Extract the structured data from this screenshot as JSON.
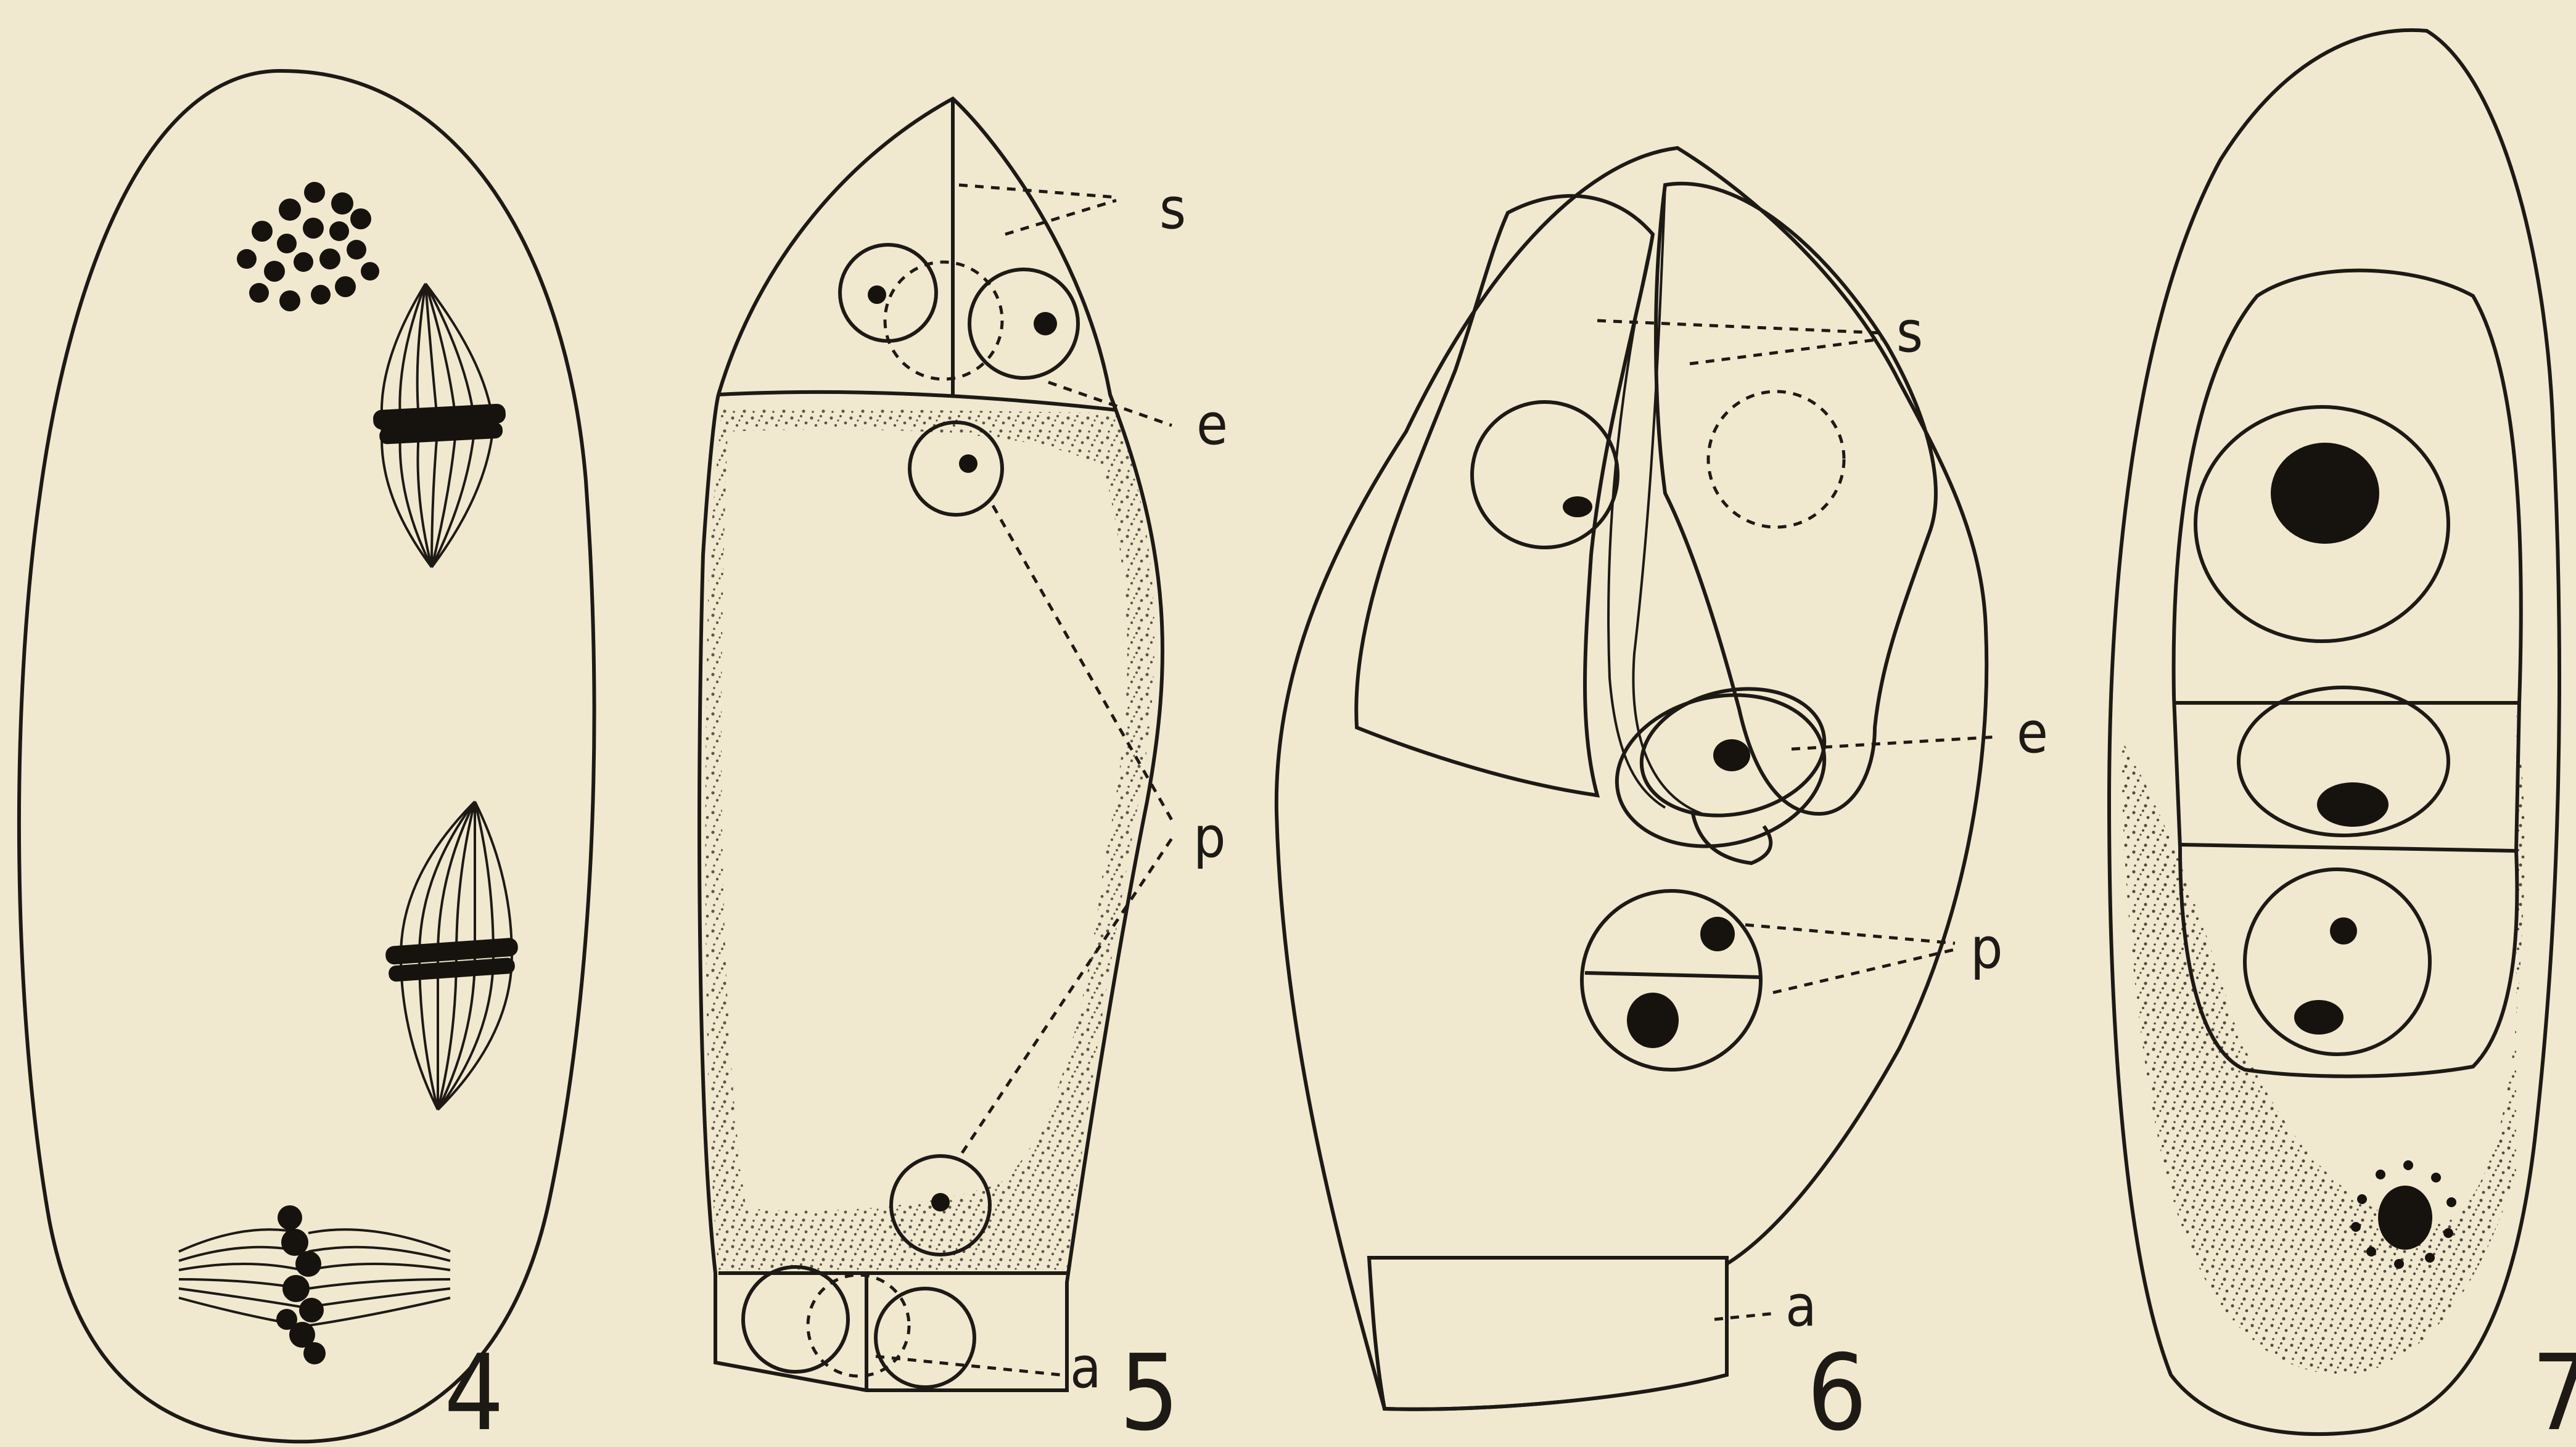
{
  "figures": [
    {
      "number": "4"
    },
    {
      "number": "5",
      "labels": [
        "s",
        "e",
        "p",
        "a"
      ]
    },
    {
      "number": "6",
      "labels": [
        "s",
        "e",
        "p",
        "a"
      ]
    },
    {
      "number": "7"
    }
  ]
}
